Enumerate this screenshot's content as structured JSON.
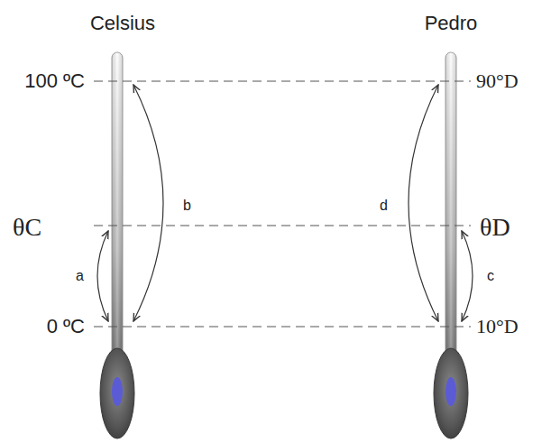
{
  "diagram": {
    "labels": [
      "Celsius",
      "Pedro",
      "100 ºC",
      "90°D",
      "b",
      "d",
      "θC",
      "θD",
      "a",
      "c",
      "0 ºC",
      "10°D"
    ]
  }
}
